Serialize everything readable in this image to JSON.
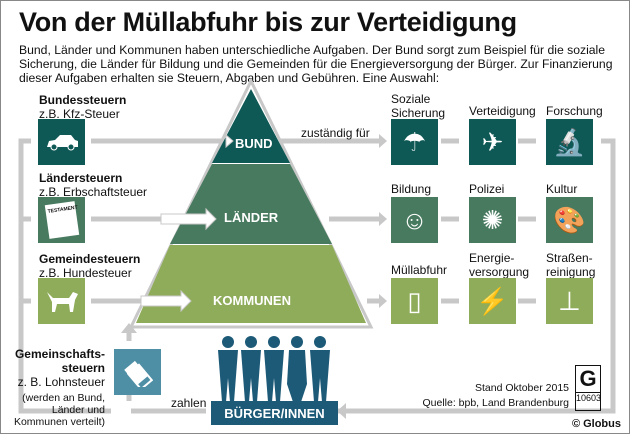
{
  "title": "Von der Müllabfuhr bis zur Verteidigung",
  "intro": "Bund, Länder und Kommunen haben unterschiedliche Aufgaben. Der Bund sorgt zum Beispiel für die soziale Sicherung, die Länder für Bildung und die Gemeinden für die Energieversorgung der Bürger. Zur Finanzierung dieser Aufgaben erhalten sie Steuern, Abgaben und Gebühren. Eine Auswahl:",
  "taxes": [
    {
      "name": "Bundessteuern",
      "example": "z.B. Kfz-Steuer",
      "icon": "car-icon"
    },
    {
      "name": "Ländersteuern",
      "example": "z.B. Erbschaftsteuer",
      "icon": "testament-icon",
      "icon_text": "TESTAMENT"
    },
    {
      "name": "Gemeindesteuern",
      "example": "z.B. Hundesteuer",
      "icon": "dog-icon"
    }
  ],
  "common_tax": {
    "name1": "Gemeinschafts-",
    "name2": "steuern",
    "example": "z. B. Lohnsteuer",
    "note1": "(werden an Bund,",
    "note2": "Länder und",
    "note3": "Kommunen verteilt)",
    "icon": "money-icon"
  },
  "pyramid": {
    "levels": [
      "BUND",
      "LÄNDER",
      "KOMMUNEN"
    ],
    "colors": [
      "#0e5955",
      "#487a5f",
      "#8fac5a"
    ]
  },
  "responsible_label": "zuständig für",
  "tasks": [
    [
      {
        "label1": "Soziale",
        "label2": "Sicherung",
        "icon": "umbrella-icon"
      },
      {
        "label1": "Verteidigung",
        "label2": "",
        "icon": "fighter-jet-icon"
      },
      {
        "label1": "Forschung",
        "label2": "",
        "icon": "microscope-icon"
      }
    ],
    [
      {
        "label1": "Bildung",
        "label2": "",
        "icon": "head-icon"
      },
      {
        "label1": "Polizei",
        "label2": "",
        "icon": "siren-icon"
      },
      {
        "label1": "Kultur",
        "label2": "",
        "icon": "palette-icon"
      }
    ],
    [
      {
        "label1": "Müllabfuhr",
        "label2": "",
        "icon": "trash-bin-icon"
      },
      {
        "label1": "Energie-",
        "label2": "versorgung",
        "icon": "plug-icon"
      },
      {
        "label1": "Straßen-",
        "label2": "reinigung",
        "icon": "broom-icon"
      }
    ]
  ],
  "citizens": "BÜRGER/INNEN",
  "pay_label": "zahlen",
  "status": "Stand Oktober 2015",
  "source": "Quelle: bpb, Land Brandenburg",
  "logo_number": "10603",
  "copyright": "© Globus"
}
